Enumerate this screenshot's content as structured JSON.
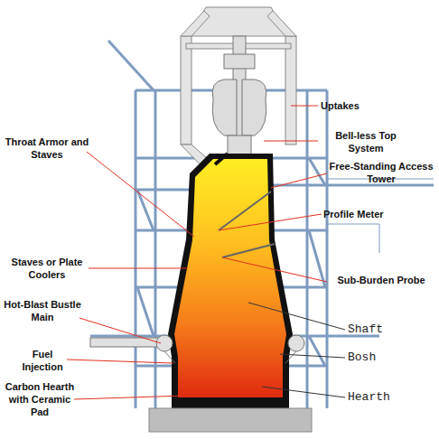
{
  "diagram": {
    "labels": [
      "Uptakes",
      "Bell-less Top System",
      "Throat Armor and Staves",
      "Free-Standing Access Tower",
      "Profile Meter",
      "Staves or Plate Coolers",
      "Sub-Burden Probe",
      "Hot-Blast Bustle Main",
      "Shaft",
      "Fuel Injection",
      "Bosh",
      "Carbon Hearth with Ceramic Pad",
      "Hearth"
    ]
  }
}
